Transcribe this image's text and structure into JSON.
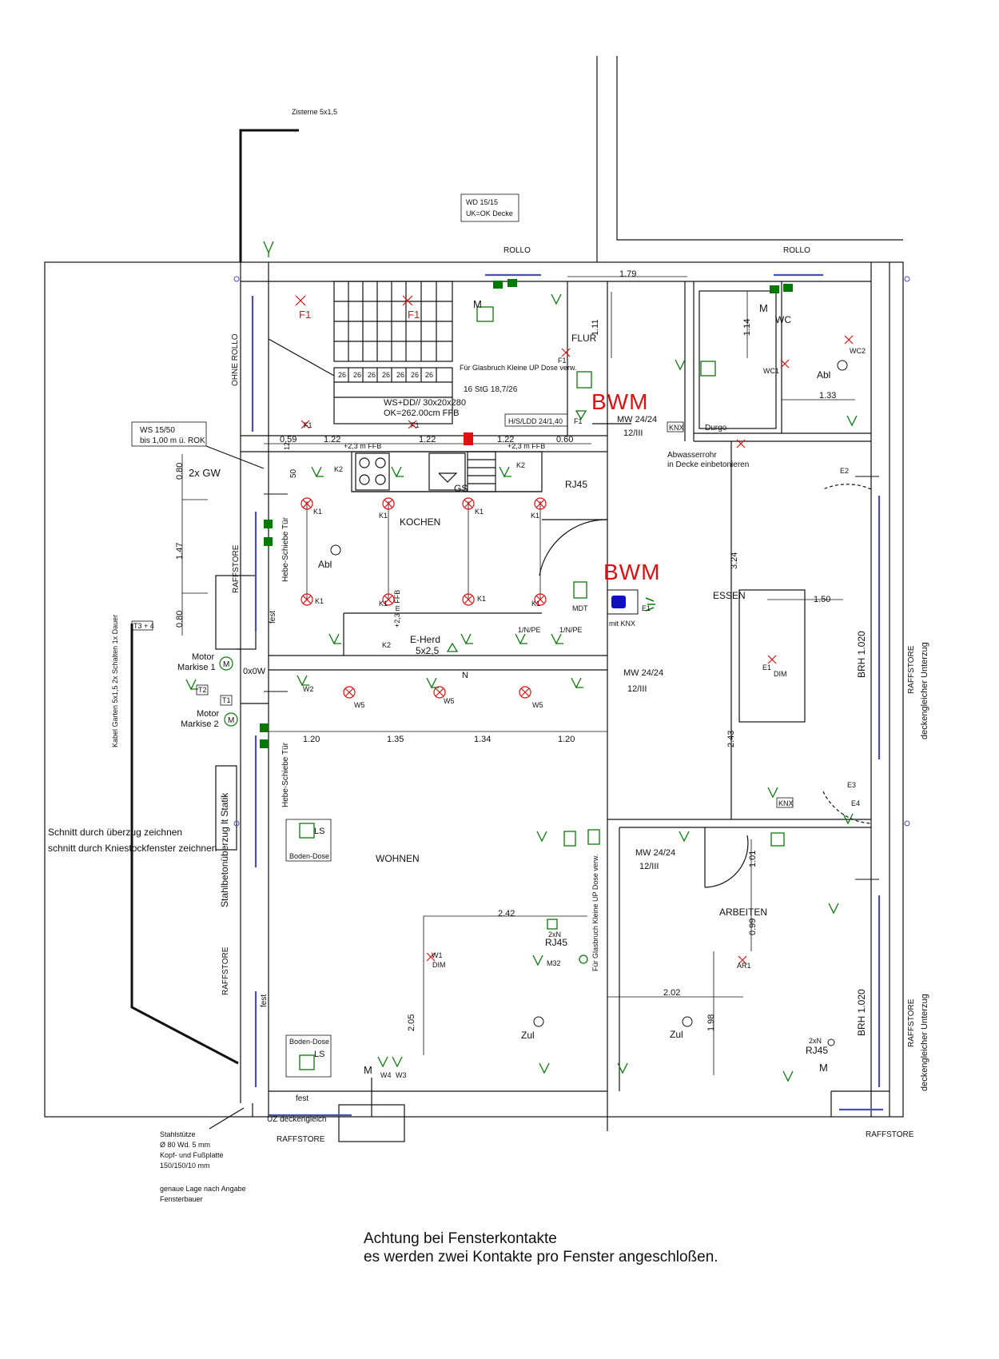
{
  "top": {
    "zisterne": "Zisterne 5x1,5",
    "wd_line1": "WD 15/15",
    "wd_line2": "UK=OK Decke",
    "rollo_left": "ROLLO",
    "rollo_right": "ROLLO"
  },
  "dims": {
    "d179": "1.79",
    "d111": "1.11",
    "d114": "1.14",
    "d133": "1.33",
    "d059": "0.59",
    "d122a": "1.22",
    "d122b": "1.22",
    "d122c": "1.22",
    "d060": "0.60",
    "d080a": "0.80",
    "d147": "1.47",
    "d080b": "0.80",
    "d50": "50",
    "d12": "12",
    "d324": "3.24",
    "d150": "1.50",
    "d243": "2.43",
    "d120a": "1.20",
    "d135": "1.35",
    "d134": "1.34",
    "d120b": "1.20",
    "d242": "2.42",
    "d205": "2.05",
    "d101": "1.01",
    "d099": "0.99",
    "d202": "2.02",
    "d198": "1.98"
  },
  "rooms": {
    "flur": "FLUR",
    "wc": "WC",
    "kochen": "KOCHEN",
    "essen": "ESSEN",
    "wohnen": "WOHNEN",
    "arbeiten": "ARBEITEN"
  },
  "labels": {
    "f1_red_a": "F1",
    "f1_red_b": "F1",
    "f1_small_a": "F1",
    "f1_small_b": "F1",
    "f1_flur": "F1",
    "f1_green": "F1",
    "m_flur": "M",
    "m_wc": "M",
    "m_wohnen": "M",
    "m_arbeiten": "M",
    "glasbruch_1": "Für Glasbruch Kleine UP Dose verw.",
    "stg": "16 StG 18,7/26",
    "step": "26",
    "ws_dd_1": "WS+DD// 30x20x280",
    "ws_dd_2": "OK=262.00cm FFB",
    "hs_ldd": "H/S/LDD 24/1,40",
    "bwm_1": "BWM",
    "bwm_2": "BWM",
    "mw_1a": "MW 24/24",
    "mw_1b": "12/III",
    "mw_2a": "MW 24/24",
    "mw_2b": "12/III",
    "mw_3a": "MW 24/24",
    "mw_3b": "12/III",
    "wc1": "WC1",
    "wc2": "WC2",
    "abl_wc": "Abl",
    "durgo": "Durgo",
    "knx_1": "KNX",
    "knx_2": "KNX",
    "mit_knx": "mit KNX",
    "abwasser_1": "Abwasserrohr",
    "abwasser_2": "in Decke einbetonieren",
    "ws1550_1": "WS 15/50",
    "ws1550_2": "bis 1,00 m ü. ROK",
    "gw": "2x GW",
    "ffb_a": "+2,3 m FFB",
    "ffb_b": "+2,3 m FFB",
    "ffb_c": "+2,3 m FFB",
    "k2_a": "K2",
    "k2_b": "K2",
    "k2_c": "K2",
    "gs": "GS",
    "rj45_k": "RJ45",
    "rj45_w": "RJ45",
    "rj45_a": "RJ45",
    "k1_1": "K1",
    "k1_2": "K1",
    "k1_3": "K1",
    "k1_4": "K1",
    "k1_5": "K1",
    "k1_6": "K1",
    "k1_7": "K1",
    "k1_8": "K1",
    "abl_kochen": "Abl",
    "hebe_1": "Hebe-Schiebe Tür",
    "hebe_2": "Hebe-Schiebe Tür",
    "raffstore_left": "RAFFSTORE",
    "raffstore_left2": "RAFFSTORE",
    "fest_1": "fest",
    "fest_2": "fest",
    "fest_3": "fest",
    "e_herd_1": "E-Herd",
    "e_herd_2": "5x2,5",
    "npe_1": "1/N/PE",
    "npe_2": "1/N/PE",
    "mdt": "MDT",
    "e1_a": "E1",
    "e1_b": "E1",
    "dim_e": "DIM",
    "e2": "E2",
    "e3": "E3",
    "e4": "E4",
    "brh_1": "BRH 1.020",
    "brh_2": "BRH 1.020",
    "raff_right_1": "RAFFSTORE",
    "deckengl_1": "deckengleicher Unterzug",
    "raff_right_2": "RAFFSTORE",
    "deckengl_2": "deckengleicher Unterzug",
    "motor_1a": "Motor",
    "motor_1b": "Markise 1",
    "motor_2a": "Motor",
    "motor_2b": "Markise 2",
    "ox0w": "0x0W",
    "t1": "T1",
    "t2": "T2",
    "t34": "T3 + 4",
    "w2": "W2",
    "w5a": "W5",
    "w5b": "W5",
    "w5c": "W5",
    "n": "N",
    "kabel": "Kabel Garten 5x1,5 2x Schalten 1x Dauer",
    "ohne_rollo": "OHNE ROLLO",
    "ls_1": "LS",
    "boden_1": "Boden-Dose",
    "ls_2": "LS",
    "boden_2": "Boden-Dose",
    "stahlbeton": "Stahlbetonüberzug lt Statik",
    "schnitt_1": "Schnitt durch überzug zeichnen",
    "schnitt_2": "schnitt durch Kniestockfenster zeichnen",
    "glasbruch_2": "Für Glasbruch Kleine UP Dose verw.",
    "twoxn_w": "2xN",
    "twoxn_a": "2xN",
    "w1": "W1",
    "dim_w": "DIM",
    "m32": "M32",
    "ar1": "AR1",
    "zul_w": "Zul",
    "zul_a": "Zul",
    "w4": "W4",
    "w3": "W3",
    "uz": "ÜZ deckengleich",
    "raff_bottom_1": "RAFFSTORE",
    "raff_bottom_2": "RAFFSTORE",
    "stahl_1": "Stahlstütze",
    "stahl_2": "Ø 80 Wd. 5 mm",
    "stahl_3": "Kopf- und Fußplatte",
    "stahl_4": "150/150/10 mm",
    "stahl_5": "genaue Lage nach Angabe",
    "stahl_6": "Fensterbauer"
  },
  "note": {
    "line1": "Achtung bei  Fensterkontakte",
    "line2": "es werden zwei Kontakte pro Fenster angeschloßen."
  },
  "colors": {
    "line": "#111111",
    "symbol": "#0a7a0a",
    "alarm": "#e01010",
    "window": "#4a4fc0",
    "contact": "#007a00"
  }
}
